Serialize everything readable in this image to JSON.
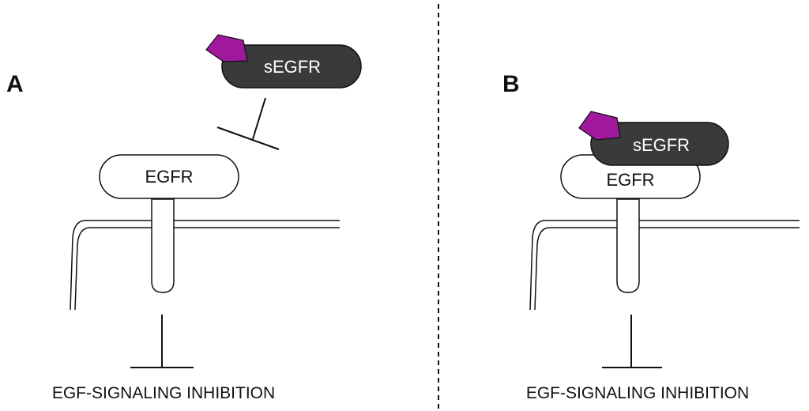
{
  "panels": [
    {
      "letter": "A",
      "receptor_label": "EGFR",
      "soluble_label": "sEGFR",
      "caption": "EGF-SIGNALING INHIBITION"
    },
    {
      "letter": "B",
      "receptor_label": "EGFR",
      "soluble_label": "sEGFR",
      "caption": "EGF-SIGNALING INHIBITION"
    }
  ],
  "colors": {
    "ligand": "#a0189b",
    "segfr_fill": "#3a3a3a",
    "outline": "#111111"
  }
}
